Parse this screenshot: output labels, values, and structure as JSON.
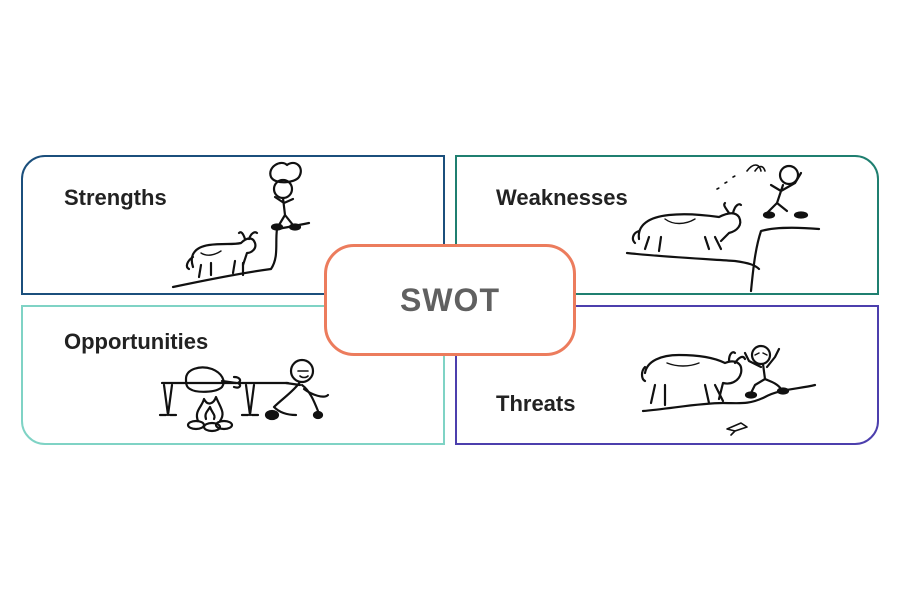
{
  "center": {
    "title": "SWOT",
    "border_color": "#ec7c5d"
  },
  "quadrants": [
    {
      "key": "strengths",
      "label": "Strengths",
      "color": "#1b4f7c",
      "illustration": "bull-below-stick-figure-on-cliff"
    },
    {
      "key": "weaknesses",
      "label": "Weaknesses",
      "color": "#1f7f70",
      "illustration": "bull-charging-stick-figure-falling"
    },
    {
      "key": "opportunities",
      "label": "Opportunities",
      "color": "#7fd3c5",
      "illustration": "stick-figure-roasting-meat-over-fire"
    },
    {
      "key": "threats",
      "label": "Threats",
      "color": "#4c3fad",
      "illustration": "bull-charging-stick-figure-on-ground"
    }
  ]
}
